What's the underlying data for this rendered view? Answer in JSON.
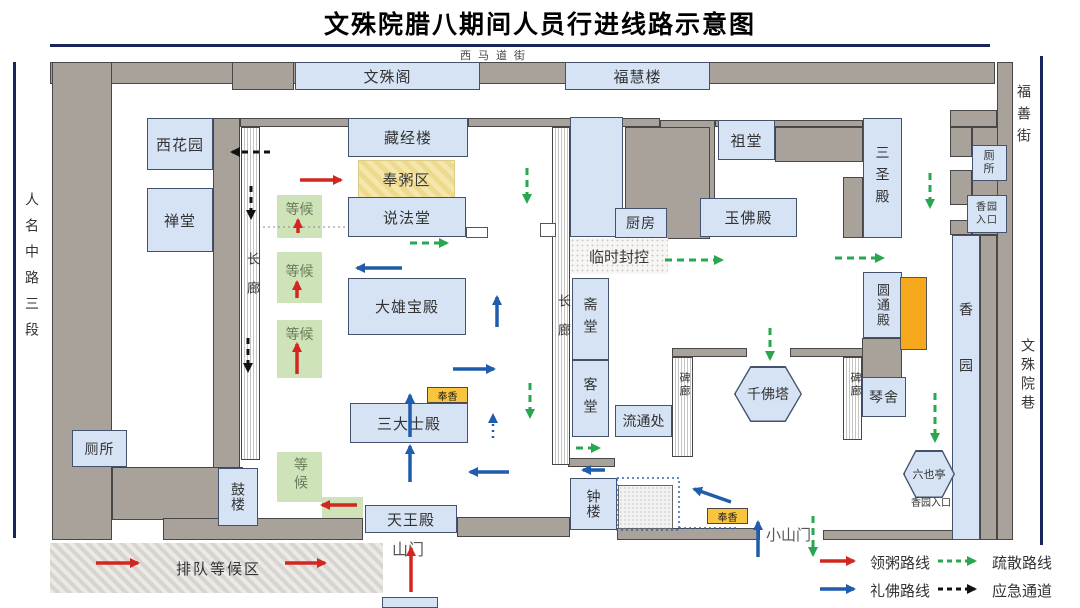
{
  "title": "文殊院腊八期间人员行进线路示意图",
  "streets": {
    "top": "西马道街",
    "left": "人名中路三段",
    "right_top": "福善街",
    "right_bottom": "文殊院巷"
  },
  "halls": {
    "wenshuge": "文殊阁",
    "fuhuilou": "福慧楼",
    "xihuayuan": "西花园",
    "chantang": "禅堂",
    "cangjinglou": "藏经楼",
    "shuofatang": "说法堂",
    "daxiongbaodian": "大雄宝殿",
    "sandashidian": "三大士殿",
    "tianwangdian": "天王殿",
    "gulou": "鼓楼",
    "zhonglou": "钟楼",
    "zutang": "祖堂",
    "yufodian": "玉佛殿",
    "chufang": "厨房",
    "sanshengdian": "三圣殿",
    "yuantongdian": "圆通殿",
    "qinshe": "琴舍",
    "liutongchu": "流通处",
    "zhaitang": "斋堂",
    "ketang": "客堂",
    "qianfota": "千佛塔",
    "liuyeting": "六也亭",
    "toilet_left": "厕所",
    "toilet_right": "厕所",
    "xiangyuan_gate_box": "香园入口",
    "xiangyuan": "香园"
  },
  "corridors": {
    "changlang": "长廊",
    "beilang": "碑廊"
  },
  "zones": {
    "fengzhou": "奉粥区",
    "fengxiang": "奉香",
    "linshifengkong": "临时封控",
    "paidui": "排队等候区",
    "denghou": "等候"
  },
  "gates": {
    "shanmen": "山门",
    "xiaoshanmen": "小山门",
    "xiangyuan_gate_text": "香园入口"
  },
  "legend": [
    {
      "label": "领粥路线",
      "color": "#d42620",
      "style": "solid"
    },
    {
      "label": "疏散路线",
      "color": "#28a74e",
      "style": "dashed"
    },
    {
      "label": "礼佛路线",
      "color": "#1f5cab",
      "style": "solid"
    },
    {
      "label": "应急通道",
      "color": "#111111",
      "style": "dashed"
    }
  ],
  "colors": {
    "building_fill": "#d5e3f5",
    "wall_fill": "#a8a29a",
    "waiting_fill": "#cfe3b8",
    "porridge_zone_fill": "#f0df9b",
    "incense_fill": "#f9c53f",
    "accent_orange": "#f5a81c",
    "route_porridge": "#d42620",
    "route_worship": "#1f5cab",
    "route_evacuation": "#28a74e",
    "route_emergency": "#111111"
  }
}
